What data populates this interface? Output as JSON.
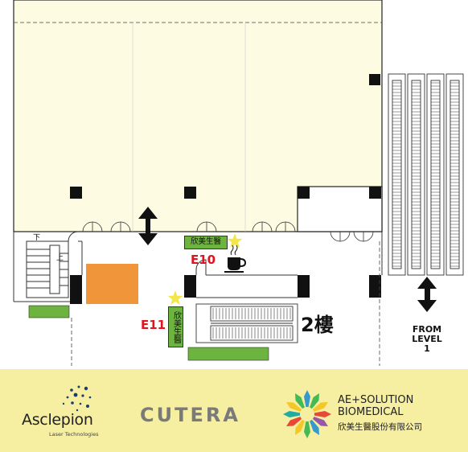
{
  "map": {
    "floor_label": "2樓",
    "from_level_label": [
      "FROM",
      "LEVEL",
      "1"
    ],
    "stair_down_label": "下",
    "stair_up_label": "上",
    "booths": [
      {
        "code": "E10",
        "sign_text": "欣美生醫",
        "amenity": "coffee-cup-icon"
      },
      {
        "code": "E11",
        "sign_text": "欣美生醫"
      }
    ],
    "colors": {
      "hall_fill": "#fdfbe2",
      "booth_sign_green": "#6db33f",
      "orange_block": "#f0953a",
      "star_yellow": "#f2e64a",
      "booth_code_red": "#e0141e",
      "sponsor_bar": "#f6eea0"
    }
  },
  "sponsors": {
    "asclepion": {
      "name": "Asclepion",
      "tagline": "Laser Technologies"
    },
    "cutera": {
      "name": "CUTERA"
    },
    "ae_solution": {
      "line1": "AE+SOLUTION",
      "line2": "BIOMEDICAL",
      "chinese": "欣美生醫股份有限公司"
    }
  }
}
